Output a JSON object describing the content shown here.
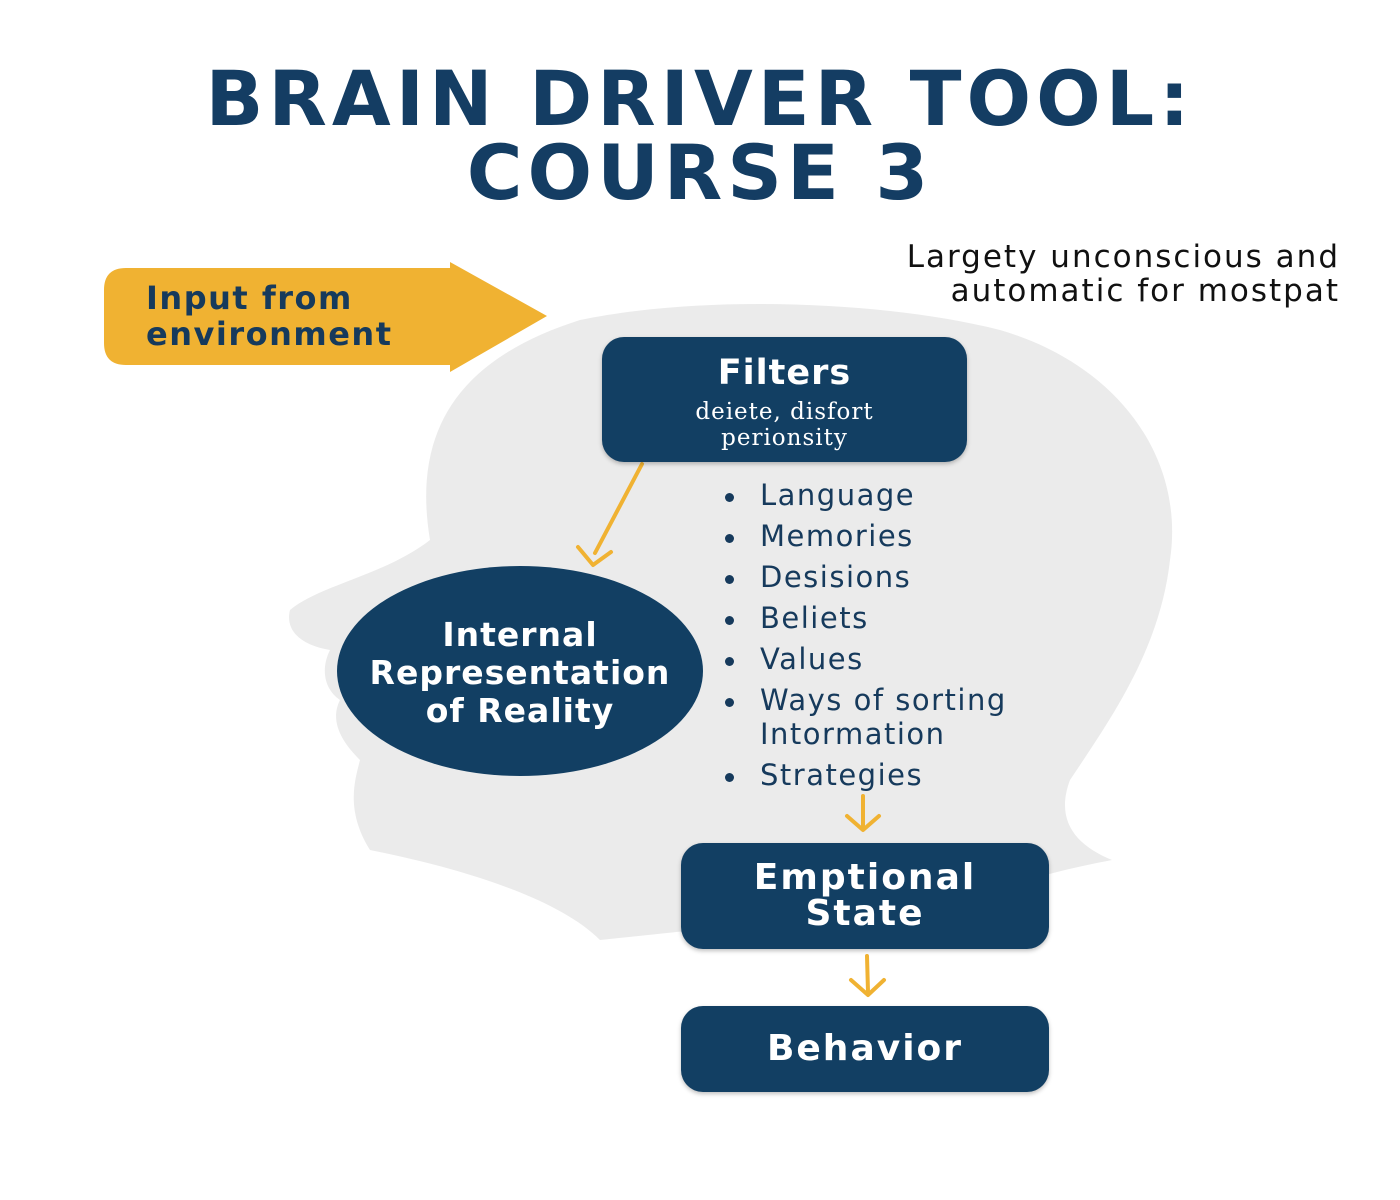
{
  "title": {
    "line1": "BRAIN DRIVER TOOL:",
    "line2": "COURSE 3"
  },
  "note": {
    "line1": "Largety unconscious and",
    "line2": "automatic for mostpat"
  },
  "input": {
    "line1": "Input from",
    "line2": "environment"
  },
  "filters": {
    "title": "Filters",
    "sub_line1": "deiete, disfort",
    "sub_line2": "perionsity"
  },
  "internal": {
    "line1": "Internal",
    "line2": "Representation",
    "line3": "of Reality"
  },
  "filter_items": [
    "Language",
    "Memories",
    "Desisions",
    "Beliets",
    "Values",
    "Ways of sorting Intormation",
    "Strategies"
  ],
  "emotional": {
    "line1": "Emptional",
    "line2": "State"
  },
  "behavior": "Behavior",
  "colors": {
    "navy": "#123f63",
    "title_navy": "#143d63",
    "accent_yellow": "#f0b232",
    "head_gray": "#ebebeb",
    "background": "#ffffff"
  },
  "icons": {
    "input_arrow": "right-arrow-icon",
    "flow_arrows": "down-arrow-icon",
    "head": "head-silhouette-icon"
  }
}
